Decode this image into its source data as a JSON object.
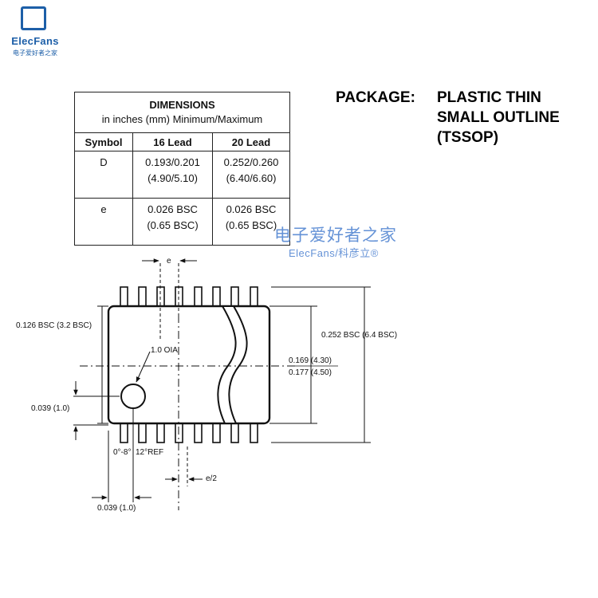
{
  "logo": {
    "name": "ElecFans",
    "subtitle": "电子爱好者之家"
  },
  "package": {
    "label": "PACKAGE:",
    "lines": [
      "PLASTIC THIN",
      "SMALL OUTLINE",
      "(TSSOP)"
    ]
  },
  "dimensions_table": {
    "title": "DIMENSIONS",
    "subtitle": "in inches (mm) Minimum/Maximum",
    "headers": [
      "Symbol",
      "16 Lead",
      "20 Lead"
    ],
    "rows": [
      {
        "symbol": "D",
        "lead16": [
          "0.193/0.201",
          "(4.90/5.10)"
        ],
        "lead20": [
          "0.252/0.260",
          "(6.40/6.60)"
        ]
      },
      {
        "symbol": "e",
        "lead16": [
          "0.026 BSC",
          "(0.65 BSC)"
        ],
        "lead20": [
          "0.026 BSC",
          "(0.65 BSC)"
        ]
      }
    ]
  },
  "watermark": {
    "cn": "电子爱好者之家",
    "en": "ElecFans/科彦立®"
  },
  "drawing_labels": {
    "e": "e",
    "body_width": "0.126 BSC (3.2 BSC)",
    "oia": "1.0 OIA",
    "total_width": "0.252 BSC (6.4 BSC)",
    "body_length_min": "0.169 (4.30)",
    "body_length_max": "0.177 (4.50)",
    "dot_offset": "0.039 (1.0)",
    "angle": "0°-8°",
    "ref": "12°REF",
    "half_pitch": "e/2",
    "bottom_offset": "0.039 (1.0)"
  }
}
